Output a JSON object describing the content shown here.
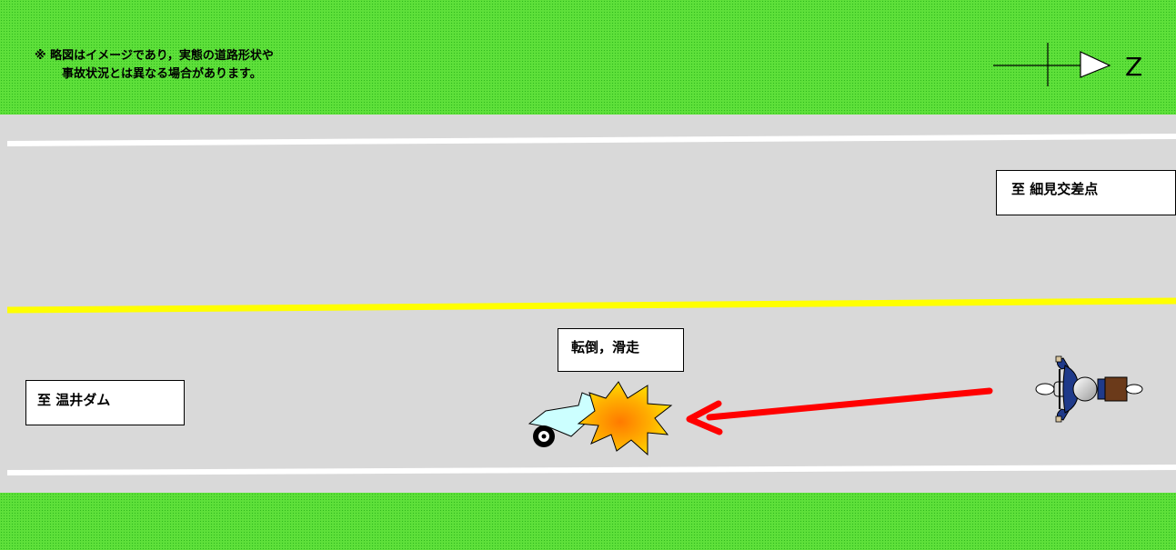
{
  "note": {
    "line1": "※ 略図はイメージであり，実態の道路形状や",
    "line2": "事故状況とは異なる場合があります。"
  },
  "compass": {
    "north_letter": "Z"
  },
  "labels": {
    "destination_east": "至 細見交差点",
    "destination_west": "至 温井ダム",
    "event": "転倒，滑走"
  },
  "colors": {
    "grass": "#5ee03a",
    "road": "#d9d9d9",
    "edge_line": "#ffffff",
    "center_line": "#ffff00",
    "arrow": "#ff0000",
    "impact_burst": "#ffcc00"
  },
  "icons": [
    "north-arrow-icon",
    "motorcycle-rider-icon",
    "fallen-motorcycle-icon",
    "impact-burst-icon",
    "travel-direction-arrow"
  ]
}
